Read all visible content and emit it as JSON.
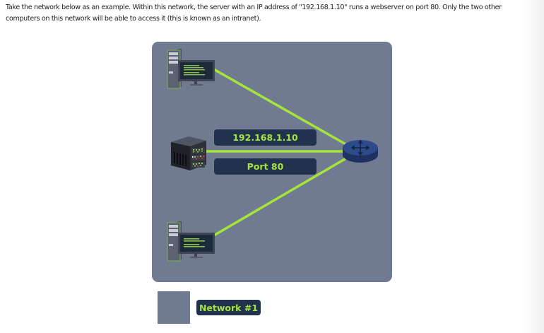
{
  "intro_text": "Take the network below as an example. Within this network, the server with an IP address of \"192.168.1.10\" runs a webserver on port 80. Only the two other computers on this network will be able to access it (this is known as an intranet).",
  "diagram": {
    "network_color": "#707a90",
    "link_color": "#a5e43a",
    "label_bg": "#21324f",
    "nodes": [
      {
        "id": "pc-top",
        "type": "computer-icon"
      },
      {
        "id": "webserver",
        "type": "server-icon"
      },
      {
        "id": "pc-bottom",
        "type": "computer-icon"
      },
      {
        "id": "router",
        "type": "router-icon"
      }
    ],
    "links": [
      {
        "from": "pc-top",
        "to": "router"
      },
      {
        "from": "webserver",
        "to": "router"
      },
      {
        "from": "pc-bottom",
        "to": "router"
      }
    ],
    "server_labels": {
      "ip": "192.168.1.10",
      "port": "Port 80"
    }
  },
  "legend": {
    "items": [
      {
        "label": "Network #1",
        "color": "#707a90"
      }
    ]
  }
}
